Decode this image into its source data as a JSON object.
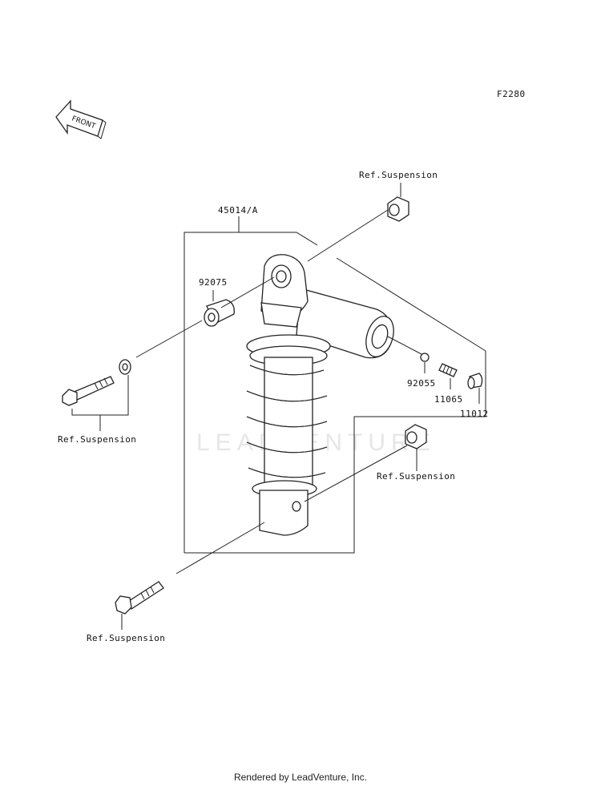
{
  "figure_code": "F2280",
  "front_label": "FRONT",
  "watermark": "LEADVENTURE",
  "callouts": {
    "shock_assembly": "45014/A",
    "collar": "92075",
    "oring": "92055",
    "valve": "11065",
    "cap": "11012"
  },
  "refs": {
    "top_nut": "Ref.Suspension",
    "upper_bolt": "Ref.Suspension",
    "lower_nut": "Ref.Suspension",
    "lower_bolt": "Ref.Suspension"
  },
  "footer": "Rendered by LeadVenture, Inc."
}
